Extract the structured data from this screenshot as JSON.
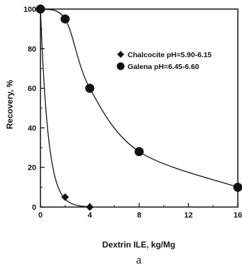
{
  "chart_data": {
    "type": "scatter",
    "xlabel": "Dextrin ILE, kg/Mg",
    "ylabel": "Recovery, %",
    "xlim": [
      0,
      16
    ],
    "ylim": [
      0,
      100
    ],
    "x_ticks": [
      0,
      4,
      8,
      12,
      16
    ],
    "y_ticks": [
      0,
      20,
      40,
      60,
      80,
      100
    ],
    "grid": false,
    "legend_position": "top-right",
    "series": [
      {
        "name": "Chalcocite pH=5.90-6.15",
        "marker": "diamond",
        "color": "#111111",
        "x": [
          0,
          2,
          4
        ],
        "y": [
          100,
          5,
          0
        ]
      },
      {
        "name": "Galena pH=6.45-6.60",
        "marker": "circle",
        "color": "#111111",
        "x": [
          0,
          2,
          4,
          8,
          16
        ],
        "y": [
          100,
          95,
          60,
          28,
          10
        ]
      }
    ],
    "panel_label": "a"
  }
}
